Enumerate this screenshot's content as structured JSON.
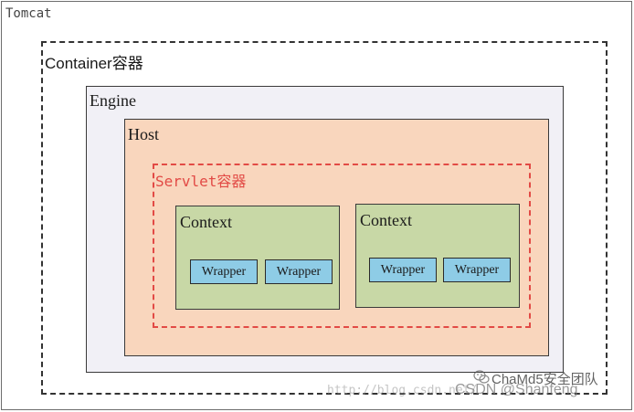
{
  "boxes": {
    "tomcat": "Tomcat",
    "container": "Container容器",
    "engine": "Engine",
    "host": "Host",
    "servlet_container": "Servlet容器",
    "contexts": [
      {
        "label": "Context",
        "wrappers": [
          "Wrapper",
          "Wrapper"
        ]
      },
      {
        "label": "Context",
        "wrappers": [
          "Wrapper",
          "Wrapper"
        ]
      }
    ]
  },
  "watermark": {
    "url": "http://blog.csdn.net/",
    "csdn": "CSDN @Shanfeng",
    "team": "ChaMd5安全团队"
  },
  "colors": {
    "engine_fill": "#f1f0f6",
    "host_fill": "#f9d6bd",
    "servlet_border": "#e24a45",
    "context_fill": "#c8d8a6",
    "wrapper_fill": "#8ecce6"
  }
}
